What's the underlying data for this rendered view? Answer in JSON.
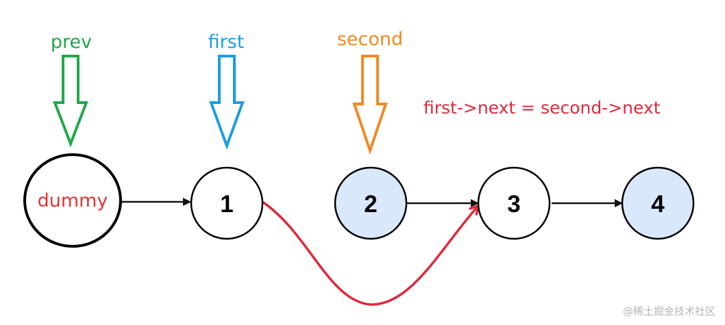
{
  "pointers": {
    "prev": {
      "label": "prev",
      "color": "#22a84a"
    },
    "first": {
      "label": "first",
      "color": "#1a9ee0"
    },
    "second": {
      "label": "second",
      "color": "#f08a24"
    }
  },
  "nodes": {
    "dummy": {
      "label": "dummy",
      "label_color": "#e03434"
    },
    "n1": {
      "label": "1"
    },
    "n2": {
      "label": "2",
      "fill": "#dae8fc"
    },
    "n3": {
      "label": "3"
    },
    "n4": {
      "label": "4",
      "fill": "#dae8fc"
    }
  },
  "annotation": {
    "text": "first->next = second->next",
    "color": "#e0283a"
  },
  "watermark": "@稀土掘金技术社区"
}
